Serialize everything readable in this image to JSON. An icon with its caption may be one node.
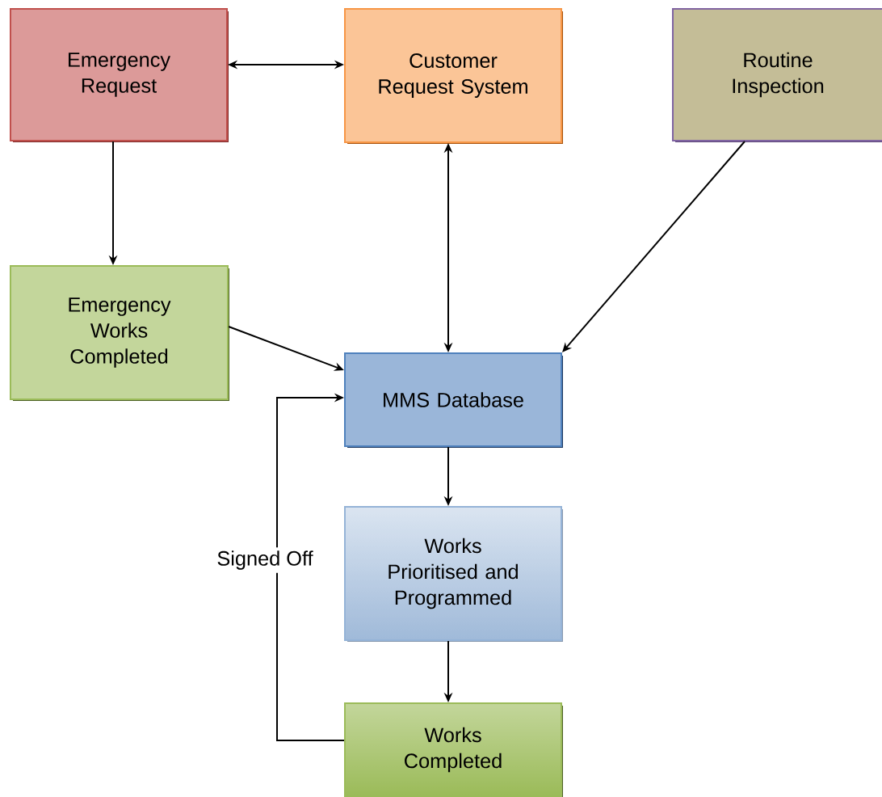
{
  "diagram": {
    "nodes": [
      {
        "text": [
          "Emergency Request"
        ]
      },
      {
        "text": [
          "Customer Request System"
        ]
      },
      {
        "text": [
          "Routine Inspection"
        ]
      },
      {
        "text": [
          "Emergency Works Completed"
        ]
      },
      {
        "text": [
          "MMS Database"
        ]
      },
      {
        "text": [
          "Works Prioritised and Programmed"
        ]
      },
      {
        "text": [
          "Works Completed"
        ]
      }
    ],
    "edges": [
      {
        "from": 0,
        "to": 1,
        "arrow": "both"
      },
      {
        "from": 0,
        "to": 3,
        "arrow": "to"
      },
      {
        "from": 1,
        "to": 4,
        "arrow": "both"
      },
      {
        "from": 2,
        "to": 4,
        "arrow": "to"
      },
      {
        "from": 3,
        "to": 4,
        "arrow": "to"
      },
      {
        "from": 4,
        "to": 5,
        "arrow": "to"
      },
      {
        "from": 5,
        "to": 6,
        "arrow": "to"
      },
      {
        "from": 6,
        "to": 4,
        "arrow": "to",
        "label": "Signed Off"
      }
    ]
  }
}
